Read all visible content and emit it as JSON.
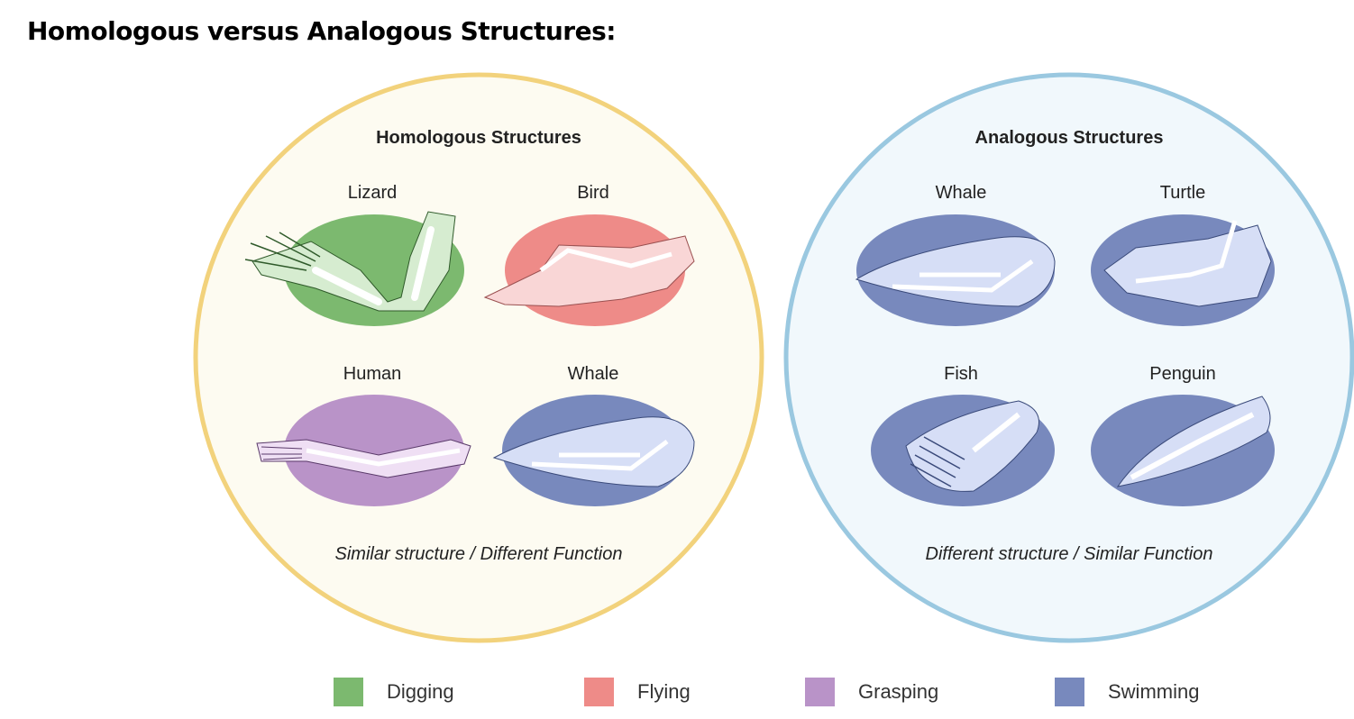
{
  "title": "Homologous versus Analogous Structures:",
  "homologous": {
    "heading": "Homologous Structures",
    "animals": [
      "Lizard",
      "Bird",
      "Human",
      "Whale"
    ],
    "caption": "Similar structure / Different Function"
  },
  "analogous": {
    "heading": "Analogous Structures",
    "animals": [
      "Whale",
      "Turtle",
      "Fish",
      "Penguin"
    ],
    "caption": "Different structure / Similar Function"
  },
  "legend": [
    {
      "label": "Digging",
      "color": "#7cb96f"
    },
    {
      "label": "Flying",
      "color": "#ee8b88"
    },
    {
      "label": "Grasping",
      "color": "#b993c8"
    },
    {
      "label": "Swimming",
      "color": "#7889bd"
    }
  ],
  "colors": {
    "homologous_ring": "#f2d27c",
    "homologous_fill": "#fdfbf1",
    "analogous_ring": "#9ac8e0",
    "analogous_fill": "#f1f8fc"
  }
}
